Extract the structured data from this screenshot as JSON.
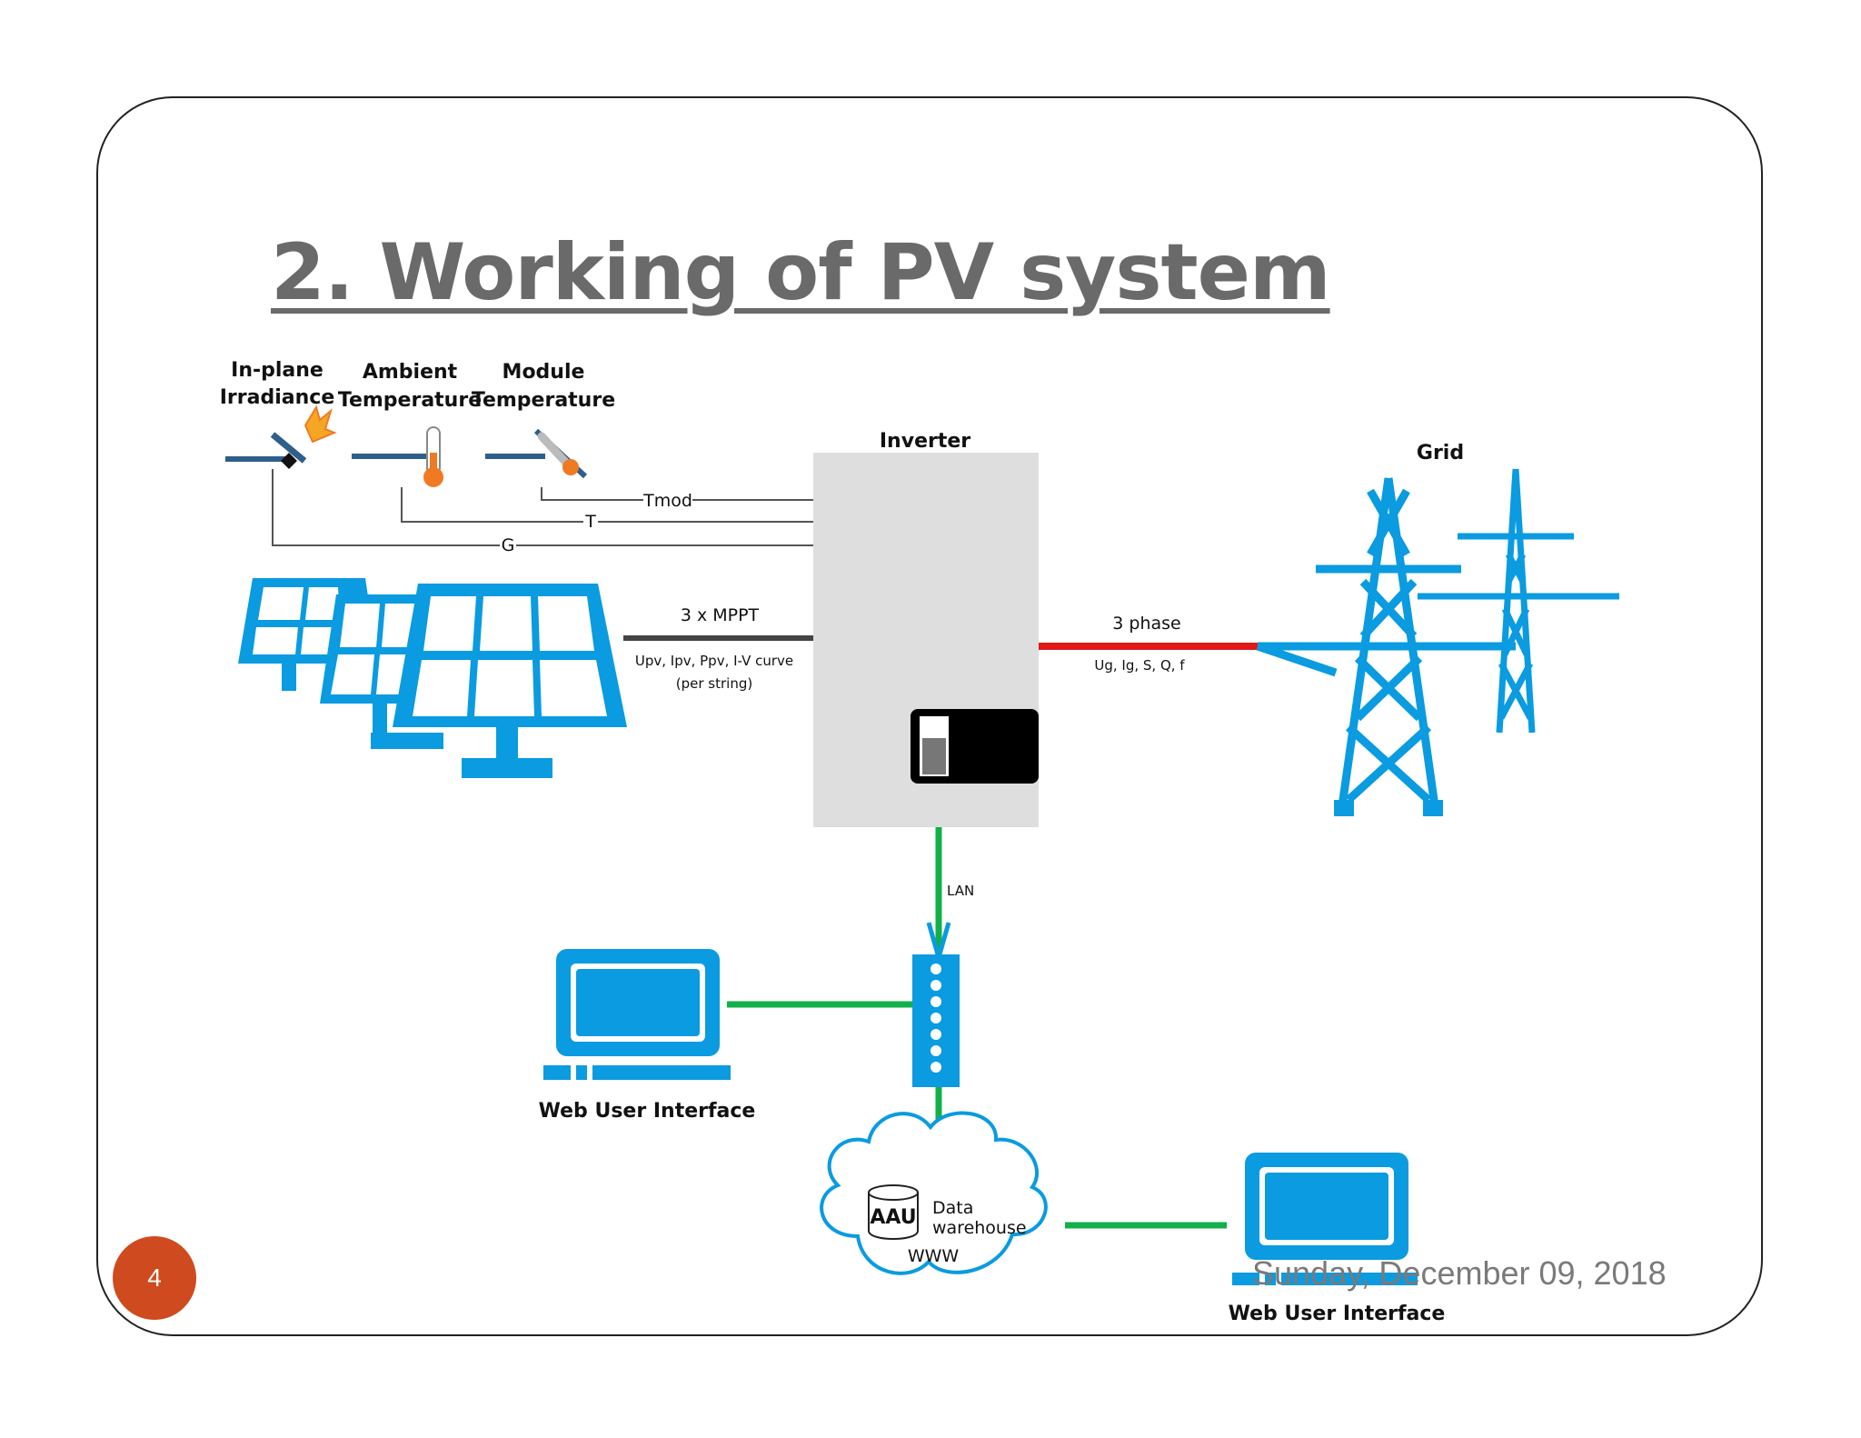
{
  "slide": {
    "title": "2. Working of PV system",
    "page_number": "4",
    "date": "Sunday, December 09, 2018"
  },
  "sensors": {
    "irradiance_line1": "In-plane",
    "irradiance_line2": "Irradiance",
    "ambient_line1": "Ambient",
    "ambient_line2": "Temperature",
    "module_line1": "Module",
    "module_line2": "Temperature",
    "tmod": "Tmod",
    "t": "T",
    "g": "G"
  },
  "inverter": {
    "label": "Inverter"
  },
  "dc_link": {
    "label": "3 x MPPT",
    "detail_line1": "Upv, Ipv, Ppv, I-V curve",
    "detail_line2": "(per string)"
  },
  "ac_link": {
    "label": "3 phase",
    "detail": "Ug, Ig, S, Q, f"
  },
  "grid": {
    "label": "Grid"
  },
  "network": {
    "lan": "LAN"
  },
  "web_ui_local": {
    "label": "Web User Interface"
  },
  "cloud": {
    "db_label": "AAU",
    "line1": "Data",
    "line2": "warehouse",
    "www": "WWW"
  },
  "web_ui_remote": {
    "label": "Web User Interface"
  },
  "colors": {
    "blue": "#0a9be0",
    "green": "#12b04a",
    "red": "#e01818",
    "orange": "#f07a22",
    "dark_blue": "#2e5f8a",
    "inverter_gray": "#dedede"
  }
}
